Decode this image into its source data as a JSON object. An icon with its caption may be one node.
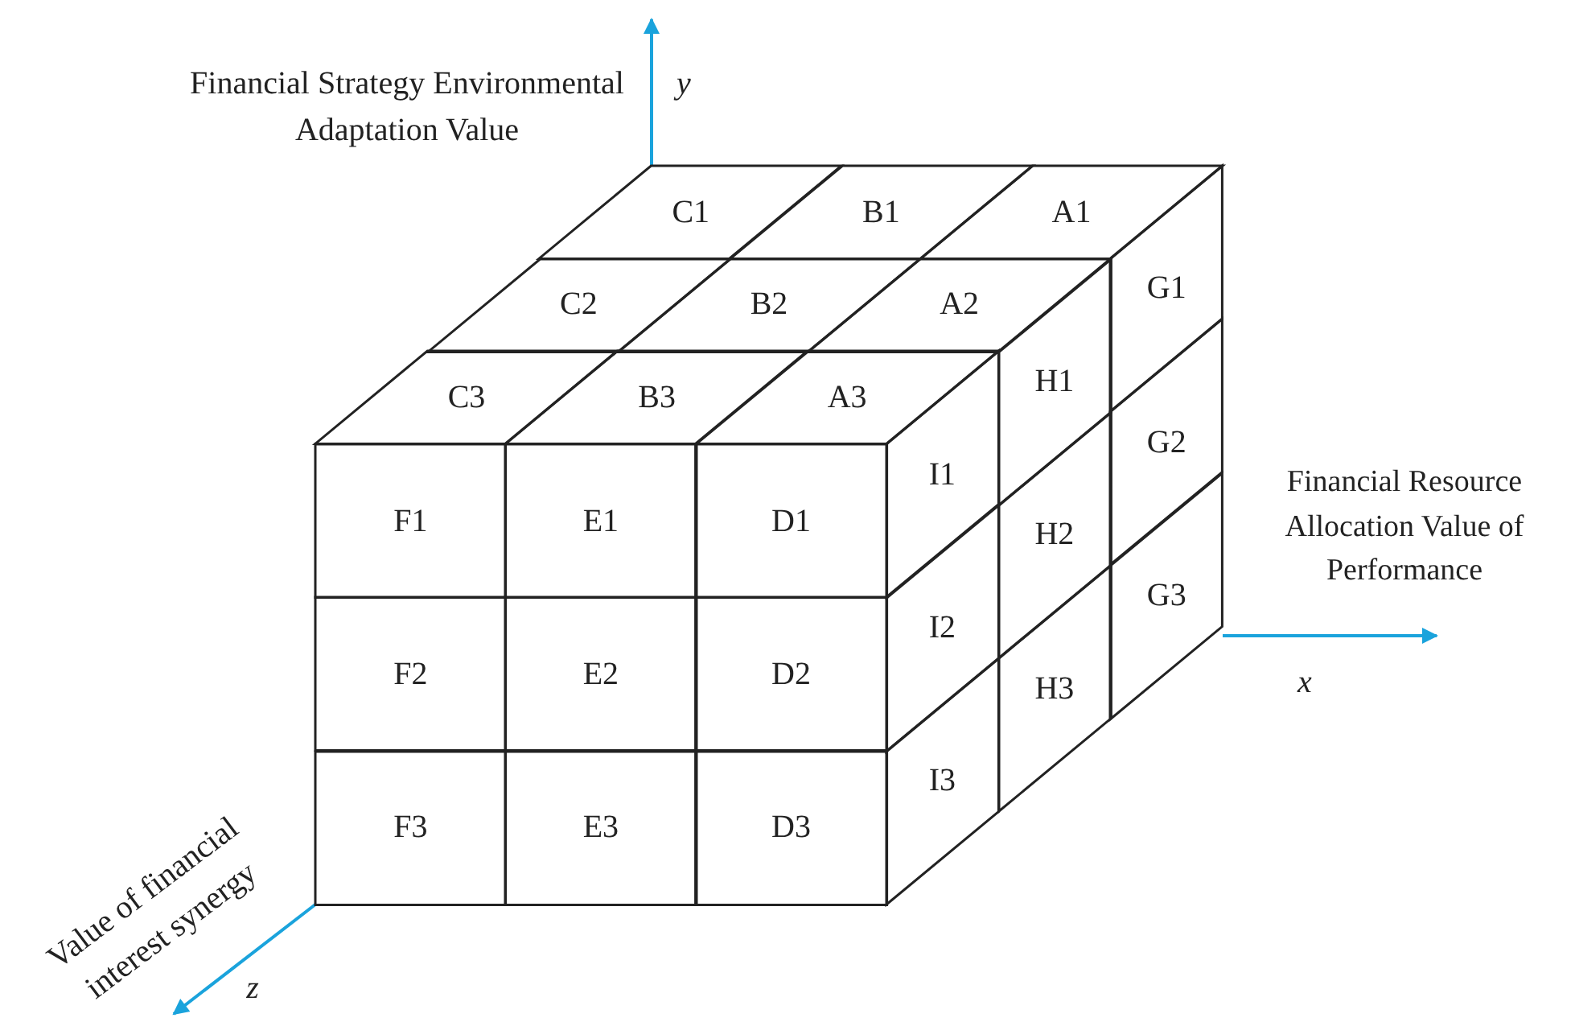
{
  "diagram": {
    "nodes": [
      {
        "text": [
          "C1"
        ]
      },
      {
        "text": [
          "B1"
        ]
      },
      {
        "text": [
          "A1"
        ]
      },
      {
        "text": [
          "C2"
        ]
      },
      {
        "text": [
          "B2"
        ]
      },
      {
        "text": [
          "A2"
        ]
      },
      {
        "text": [
          "C3"
        ]
      },
      {
        "text": [
          "B3"
        ]
      },
      {
        "text": [
          "A3"
        ]
      },
      {
        "text": [
          "F1"
        ]
      },
      {
        "text": [
          "E1"
        ]
      },
      {
        "text": [
          "D1"
        ]
      },
      {
        "text": [
          "F2"
        ]
      },
      {
        "text": [
          "E2"
        ]
      },
      {
        "text": [
          "D2"
        ]
      },
      {
        "text": [
          "F3"
        ]
      },
      {
        "text": [
          "E3"
        ]
      },
      {
        "text": [
          "D3"
        ]
      },
      {
        "text": [
          "I1"
        ]
      },
      {
        "text": [
          "H1"
        ]
      },
      {
        "text": [
          "G1"
        ]
      },
      {
        "text": [
          "I2"
        ]
      },
      {
        "text": [
          "H2"
        ]
      },
      {
        "text": [
          "G2"
        ]
      },
      {
        "text": [
          "I3"
        ]
      },
      {
        "text": [
          "H3"
        ]
      },
      {
        "text": [
          "G3"
        ]
      }
    ],
    "labels": [
      "Financial Strategy Environmental Adaptation Value",
      "y",
      "Financial Resource Allocation Value of Performance",
      "x",
      "Value of financial interest synergy",
      "z"
    ]
  }
}
